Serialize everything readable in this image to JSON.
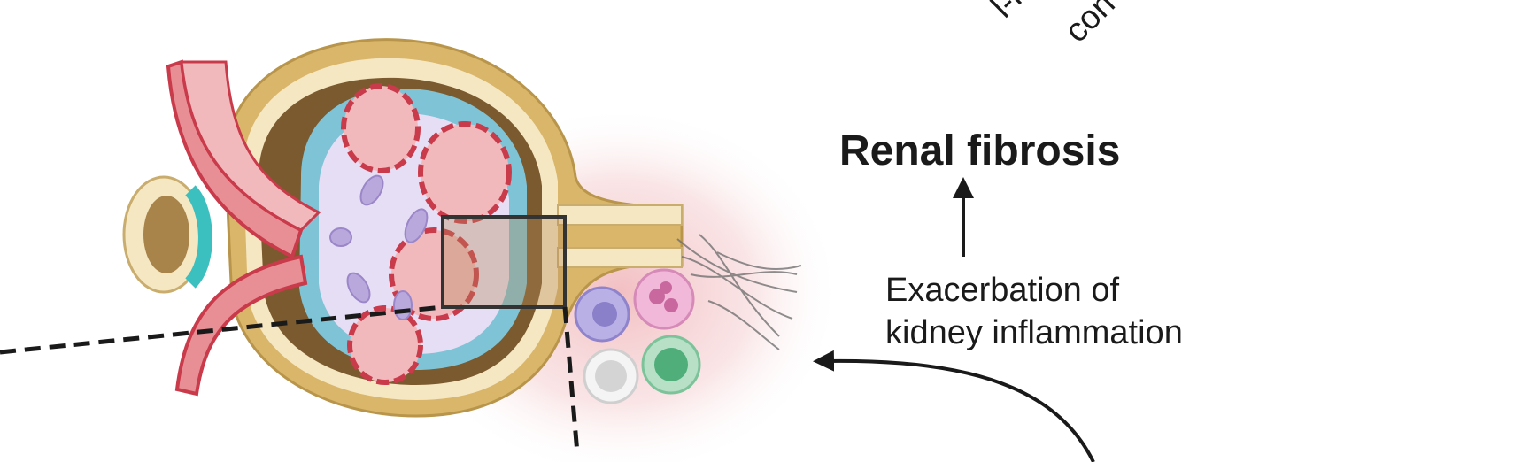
{
  "diagram": {
    "title": "Renal fibrosis",
    "inflammation_label": {
      "line1": "Exacerbation of",
      "line2": "kidney inflammation"
    },
    "cut_off_top_labels": [
      "l-r",
      "con"
    ],
    "colors": {
      "capsule_gold": "#d9b66a",
      "capsule_dark": "#7a5a2e",
      "capillary_pink": "#f2b9bd",
      "capillary_red": "#c93a4a",
      "podocyte_blue": "#7fc3d6",
      "mesangium_lavender": "#e6def5",
      "macula_cream": "#f6e7c3",
      "macula_teal": "#3cc0bf",
      "inflammation_glow": "#f3c6c8",
      "arrow": "#1a1a1a"
    },
    "icons": [
      "glomerulus-illustration",
      "immune-cells",
      "fibrosis-fibers",
      "zoom-box",
      "dashed-callout-lines"
    ]
  }
}
